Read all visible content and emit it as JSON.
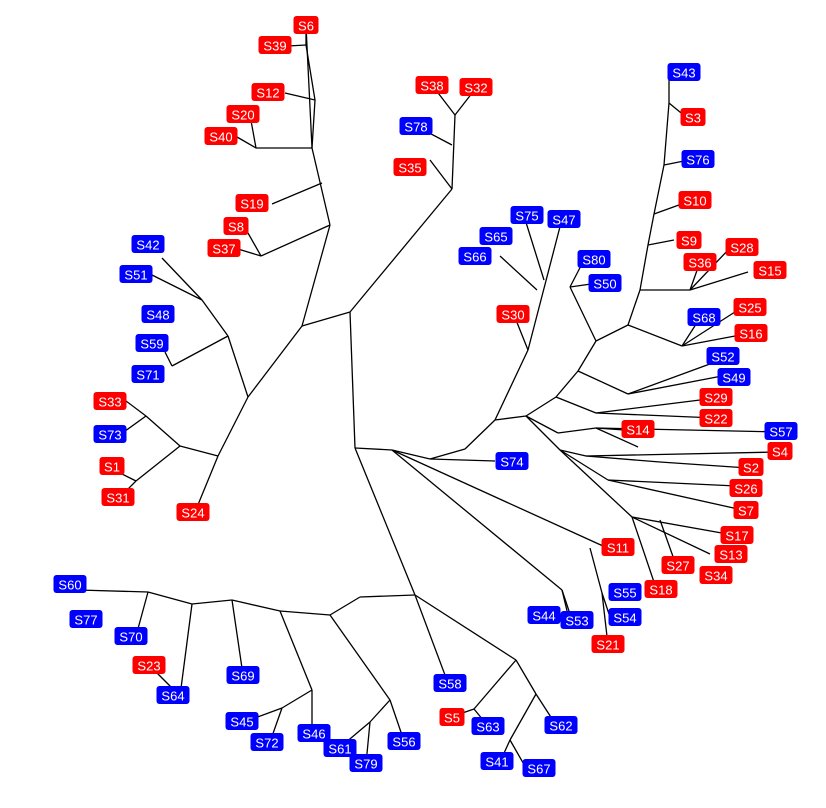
{
  "colors": {
    "red_group": "#ff0000",
    "blue_group": "#0000ff",
    "branch": "#000000",
    "label_text": "#ffffff"
  },
  "leaves": [
    {
      "label": "S6",
      "group": "red"
    },
    {
      "label": "S39",
      "group": "red"
    },
    {
      "label": "S12",
      "group": "red"
    },
    {
      "label": "S20",
      "group": "red"
    },
    {
      "label": "S40",
      "group": "red"
    },
    {
      "label": "S19",
      "group": "red"
    },
    {
      "label": "S8",
      "group": "red"
    },
    {
      "label": "S37",
      "group": "red"
    },
    {
      "label": "S42",
      "group": "blue"
    },
    {
      "label": "S51",
      "group": "blue"
    },
    {
      "label": "S48",
      "group": "blue"
    },
    {
      "label": "S59",
      "group": "blue"
    },
    {
      "label": "S71",
      "group": "blue"
    },
    {
      "label": "S33",
      "group": "red"
    },
    {
      "label": "S73",
      "group": "blue"
    },
    {
      "label": "S1",
      "group": "red"
    },
    {
      "label": "S31",
      "group": "red"
    },
    {
      "label": "S24",
      "group": "red"
    },
    {
      "label": "S38",
      "group": "red"
    },
    {
      "label": "S32",
      "group": "red"
    },
    {
      "label": "S78",
      "group": "blue"
    },
    {
      "label": "S35",
      "group": "red"
    },
    {
      "label": "S43",
      "group": "blue"
    },
    {
      "label": "S3",
      "group": "red"
    },
    {
      "label": "S76",
      "group": "blue"
    },
    {
      "label": "S10",
      "group": "red"
    },
    {
      "label": "S75",
      "group": "blue"
    },
    {
      "label": "S47",
      "group": "blue"
    },
    {
      "label": "S65",
      "group": "blue"
    },
    {
      "label": "S66",
      "group": "blue"
    },
    {
      "label": "S9",
      "group": "red"
    },
    {
      "label": "S28",
      "group": "red"
    },
    {
      "label": "S36",
      "group": "red"
    },
    {
      "label": "S15",
      "group": "red"
    },
    {
      "label": "S80",
      "group": "blue"
    },
    {
      "label": "S50",
      "group": "blue"
    },
    {
      "label": "S30",
      "group": "red"
    },
    {
      "label": "S25",
      "group": "red"
    },
    {
      "label": "S68",
      "group": "blue"
    },
    {
      "label": "S16",
      "group": "red"
    },
    {
      "label": "S52",
      "group": "blue"
    },
    {
      "label": "S49",
      "group": "blue"
    },
    {
      "label": "S29",
      "group": "red"
    },
    {
      "label": "S22",
      "group": "red"
    },
    {
      "label": "S57",
      "group": "blue"
    },
    {
      "label": "S14",
      "group": "red"
    },
    {
      "label": "S4",
      "group": "red"
    },
    {
      "label": "S74",
      "group": "blue"
    },
    {
      "label": "S2",
      "group": "red"
    },
    {
      "label": "S26",
      "group": "red"
    },
    {
      "label": "S7",
      "group": "red"
    },
    {
      "label": "S17",
      "group": "red"
    },
    {
      "label": "S13",
      "group": "red"
    },
    {
      "label": "S11",
      "group": "red"
    },
    {
      "label": "S27",
      "group": "red"
    },
    {
      "label": "S34",
      "group": "red"
    },
    {
      "label": "S60",
      "group": "blue"
    },
    {
      "label": "S18",
      "group": "red"
    },
    {
      "label": "S55",
      "group": "blue"
    },
    {
      "label": "S77",
      "group": "blue"
    },
    {
      "label": "S44",
      "group": "blue"
    },
    {
      "label": "S53",
      "group": "blue"
    },
    {
      "label": "S54",
      "group": "blue"
    },
    {
      "label": "S70",
      "group": "blue"
    },
    {
      "label": "S21",
      "group": "red"
    },
    {
      "label": "S23",
      "group": "red"
    },
    {
      "label": "S69",
      "group": "blue"
    },
    {
      "label": "S58",
      "group": "blue"
    },
    {
      "label": "S64",
      "group": "blue"
    },
    {
      "label": "S5",
      "group": "red"
    },
    {
      "label": "S45",
      "group": "blue"
    },
    {
      "label": "S63",
      "group": "blue"
    },
    {
      "label": "S62",
      "group": "blue"
    },
    {
      "label": "S72",
      "group": "blue"
    },
    {
      "label": "S46",
      "group": "blue"
    },
    {
      "label": "S61",
      "group": "blue"
    },
    {
      "label": "S56",
      "group": "blue"
    },
    {
      "label": "S41",
      "group": "blue"
    },
    {
      "label": "S79",
      "group": "blue"
    },
    {
      "label": "S67",
      "group": "blue"
    }
  ]
}
